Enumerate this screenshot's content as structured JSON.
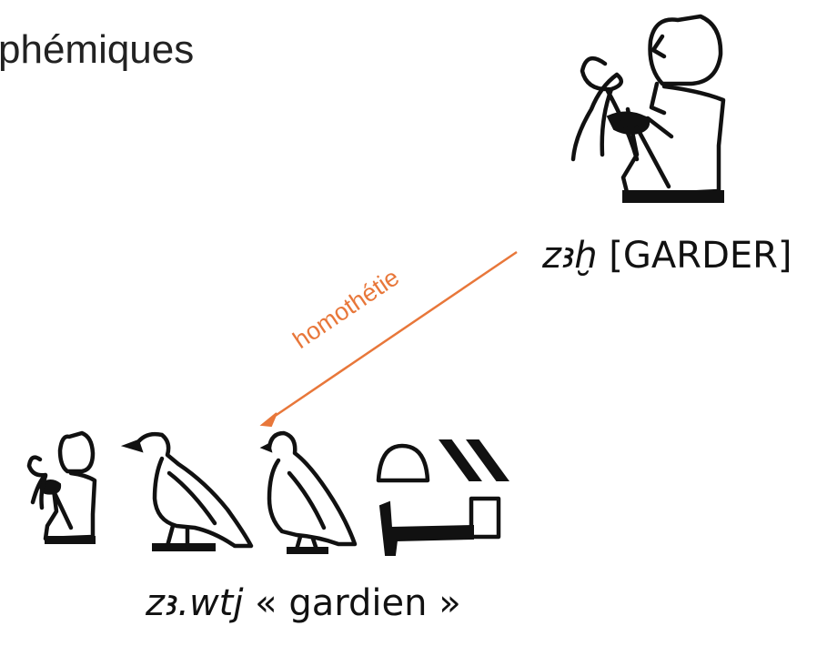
{
  "title": "phémiques",
  "colors": {
    "ink": "#111111",
    "arrow": "#E8773A"
  },
  "determinative": {
    "icon": "seated-man-holding-rope-hieroglyph",
    "translit": "zꜣḫ",
    "gloss": " [GARDER]"
  },
  "arrow_label": "homothétie",
  "word": {
    "icons": [
      "seated-man-holding-rope-hieroglyph",
      "vulture-hieroglyph",
      "quail-chick-hieroglyph",
      "bread-loaf-hieroglyph",
      "double-stroke-hieroglyph",
      "bed-hieroglyph"
    ],
    "translit": "zꜣ.wtj",
    "gloss": " « gardien »"
  }
}
